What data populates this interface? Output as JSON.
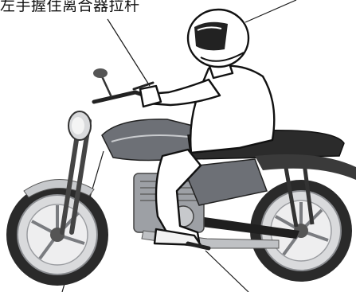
{
  "labels": {
    "clutch_lever": "左手握住离合器拉杆"
  },
  "icons": {
    "rider": "rider-illustration",
    "motorcycle": "motorcycle-illustration"
  },
  "colors": {
    "ink": "#1a1a1a",
    "tank": "#6d7076",
    "chrome": "#c7c9cc",
    "tire": "#2a2a2a",
    "background": "#ffffff"
  }
}
